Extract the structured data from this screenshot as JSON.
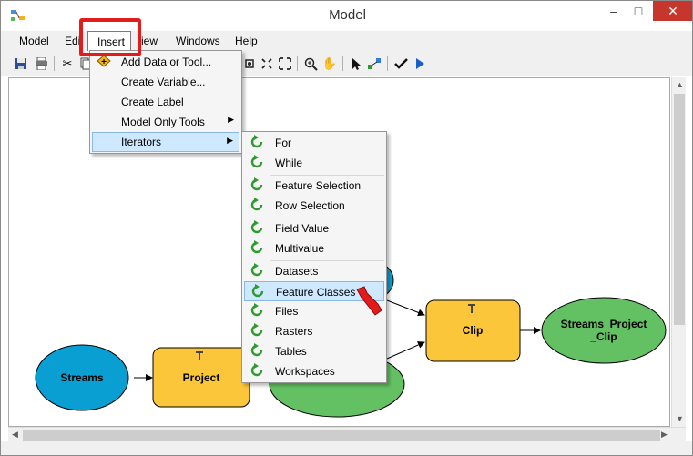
{
  "window": {
    "title": "Model",
    "close_symbol": "✕",
    "min_symbol": "–",
    "max_symbol": "□"
  },
  "menubar": {
    "items": [
      "Model",
      "Edit",
      "Insert",
      "View",
      "Windows",
      "Help"
    ],
    "edit_visible": "Edi",
    "view_visible": "iew"
  },
  "insert_menu": {
    "items": [
      {
        "label": "Add Data or Tool...",
        "submenu": false
      },
      {
        "label": "Create Variable...",
        "submenu": false
      },
      {
        "label": "Create Label",
        "submenu": false
      },
      {
        "label": "Model Only Tools",
        "submenu": true
      },
      {
        "label": "Iterators",
        "submenu": true
      }
    ]
  },
  "iterators_menu": {
    "items": [
      {
        "label": "For",
        "group": 1
      },
      {
        "label": "While",
        "group": 1
      },
      {
        "label": "Feature Selection",
        "group": 2
      },
      {
        "label": "Row Selection",
        "group": 2
      },
      {
        "label": "Field Value",
        "group": 3
      },
      {
        "label": "Multivalue",
        "group": 3
      },
      {
        "label": "Datasets",
        "group": 4
      },
      {
        "label": "Feature Classes",
        "group": 4,
        "highlighted": true
      },
      {
        "label": "Files",
        "group": 4
      },
      {
        "label": "Rasters",
        "group": 4
      },
      {
        "label": "Tables",
        "group": 4
      },
      {
        "label": "Workspaces",
        "group": 4
      }
    ]
  },
  "diagram": {
    "streams": "Streams",
    "project": "Project",
    "clip": "Clip",
    "streams_project_clip_line1": "Streams_Project",
    "streams_project_clip_line2": "_Clip"
  },
  "colors": {
    "data_blue": "#0a9fd2",
    "tool_yellow": "#fbc63a",
    "output_green": "#63c163",
    "menu_highlight": "#cde8ff",
    "callout_red": "#e21b1b",
    "iterator_green": "#2f9a2f"
  }
}
